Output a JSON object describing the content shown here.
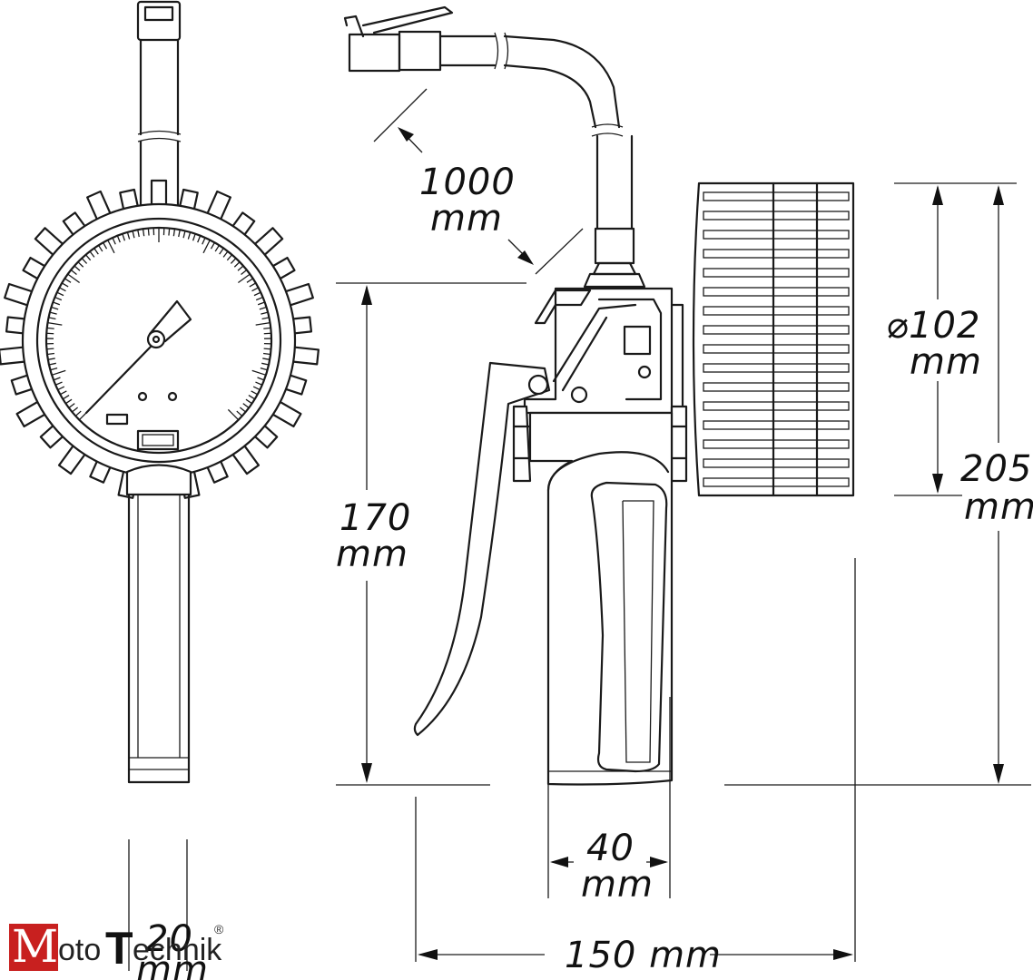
{
  "dimensions": {
    "hose_length": {
      "value": "1000",
      "unit": "mm"
    },
    "gauge_diameter": {
      "value": "⌀102",
      "unit": "mm"
    },
    "total_height": {
      "value": "205",
      "unit": "mm"
    },
    "handle_height": {
      "value": "170",
      "unit": "mm"
    },
    "grip_depth": {
      "value": "40",
      "unit": "mm"
    },
    "total_length": {
      "value": "150 mm"
    },
    "thickness": {
      "value": "20",
      "unit": "mm"
    }
  },
  "logo": {
    "m": "M",
    "part1": "oto",
    "t": "T",
    "part2": "echnik",
    "reg": "®",
    "brand_color": "#c8201f"
  }
}
